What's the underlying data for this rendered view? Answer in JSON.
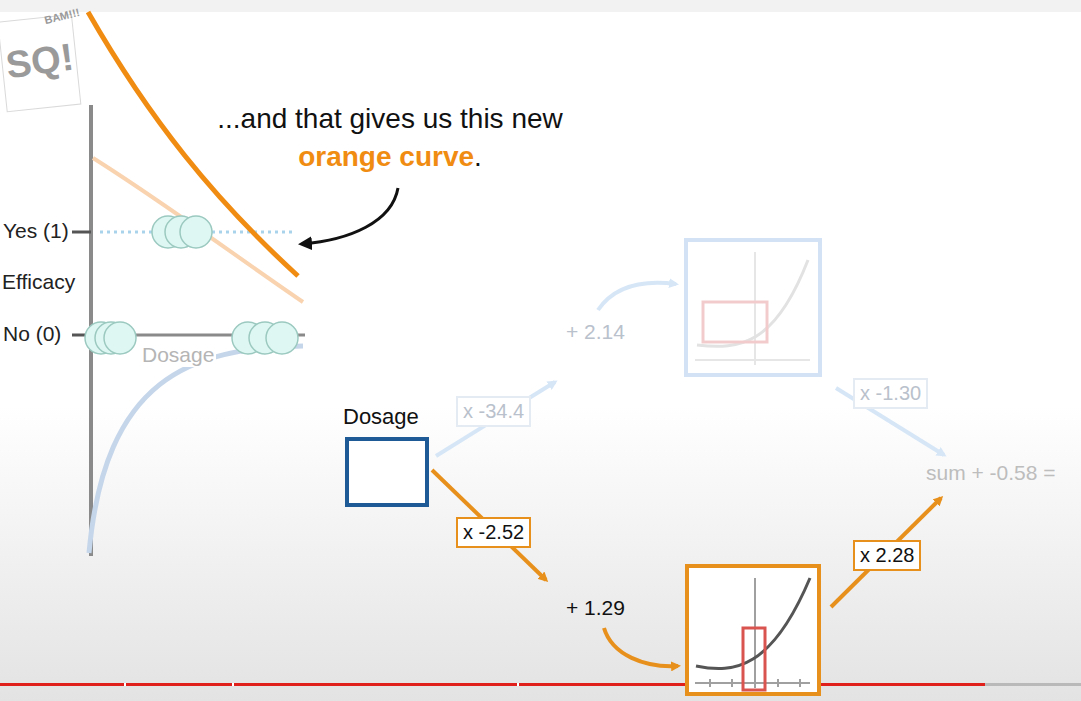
{
  "diagram": {
    "nodes": [
      {
        "text": [
          "Dosage"
        ]
      }
    ],
    "labels": [
      "SQ!",
      "BAM!!!",
      "...and that gives us this new",
      "orange curve",
      ".",
      "Yes (1)",
      "Efficacy",
      "No (0)",
      "Dosage",
      "+ 2.14",
      "x -34.4",
      "x -1.30",
      "sum + -0.58 =",
      "x -2.52",
      "+ 1.29",
      "x 2.28"
    ]
  }
}
